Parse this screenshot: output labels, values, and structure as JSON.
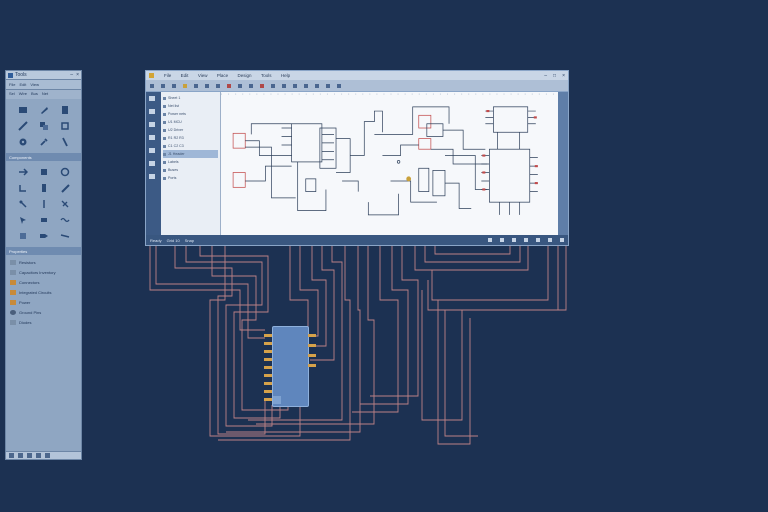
{
  "palette": {
    "title": "Tools",
    "tabs": [
      "File",
      "Edit",
      "View"
    ],
    "tools": [
      "Sel",
      "Wire",
      "Bus",
      "Net"
    ],
    "sections": [
      "Components",
      "Properties"
    ],
    "tree_items": [
      {
        "label": "Resistors"
      },
      {
        "label": "Capacitors Inventory"
      },
      {
        "label": "Connectors"
      },
      {
        "label": "Integrated Circuits"
      },
      {
        "label": "Power"
      },
      {
        "label": "Ground Pins"
      },
      {
        "label": "Diodes"
      }
    ]
  },
  "main": {
    "menu": [
      "File",
      "Edit",
      "View",
      "Place",
      "Design",
      "Tools",
      "Help"
    ],
    "tree": [
      "Sheet 1",
      "Net list",
      "Power nets",
      "U1 MCU",
      "U2 Driver",
      "R1 R2 R3",
      "C1 C2 C3",
      "J1 Header",
      "Labels",
      "Buses",
      "Ports"
    ],
    "selected_index": 7,
    "status": [
      "Ready",
      "Grid 10",
      "Snap"
    ]
  },
  "colors": {
    "background": "#1c3152",
    "trace": "#d98f8f",
    "chip": "#5f86bd",
    "pad": "#d6a24a"
  },
  "icons": [
    "window-icon",
    "select-icon",
    "wire-icon",
    "chip-icon"
  ]
}
